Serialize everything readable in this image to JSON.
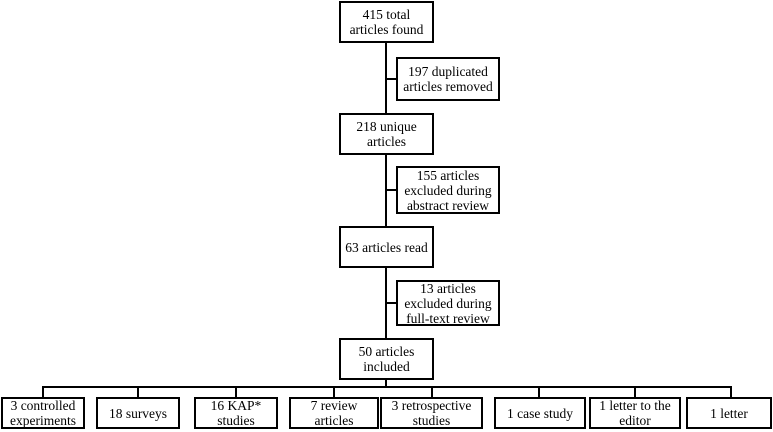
{
  "main_steps": [
    {
      "label": "415 total\narticles found"
    },
    {
      "label": "218 unique\narticles"
    },
    {
      "label": "63 articles read"
    },
    {
      "label": "50 articles\nincluded"
    }
  ],
  "exclusions": [
    {
      "label": "197 duplicated\narticles removed"
    },
    {
      "label": "155 articles\nexcluded during\nabstract review"
    },
    {
      "label": "13 articles\nexcluded during\nfull-text review"
    }
  ],
  "study_types": [
    {
      "label": "3 controlled\nexperiments"
    },
    {
      "label": "18 surveys"
    },
    {
      "label": "16 KAP*\nstudies"
    },
    {
      "label": "7 review\narticles"
    },
    {
      "label": "3 retrospective\nstudies"
    },
    {
      "label": "1 case study"
    },
    {
      "label": "1 letter to the\neditor"
    },
    {
      "label": "1 letter"
    }
  ]
}
